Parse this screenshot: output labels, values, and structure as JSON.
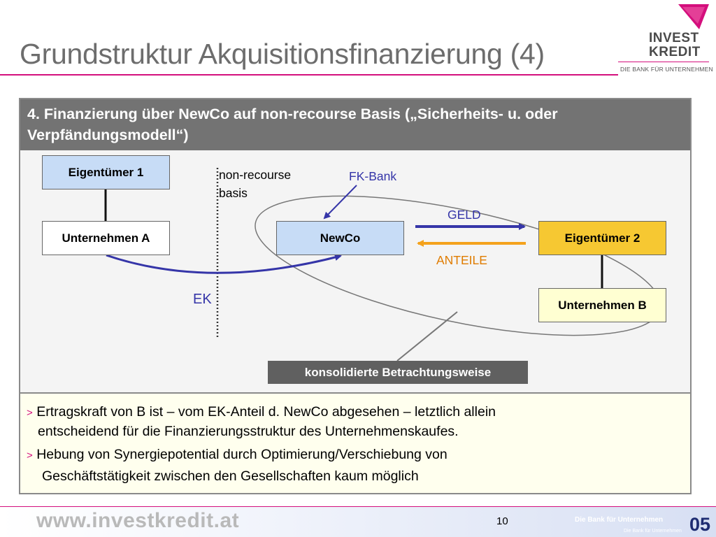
{
  "slide": {
    "title": "Grundstruktur Akquisitionsfinanzierung (4)",
    "header": "4. Finanzierung über NewCo auf non-recourse Basis („Sicherheits- u. oder Verpfändungsmodell“)"
  },
  "logo": {
    "line1": "INVEST",
    "line2": "KREDIT",
    "tagline": "DIE BANK FÜR UNTERNEHMEN"
  },
  "diagram": {
    "eigentuemer1": "Eigentümer 1",
    "unternehmen_a": "Unternehmen A",
    "newco": "NewCo",
    "eigentuemer2": "Eigentümer 2",
    "unternehmen_b": "Unternehmen B",
    "non_recourse_line1": "non-recourse",
    "non_recourse_line2": "basis",
    "fk_bank": "FK-Bank",
    "geld": "GELD",
    "anteile": "ANTEILE",
    "ek": "EK",
    "consolidated": "konsolidierte Betrachtungsweise"
  },
  "bullets": {
    "marker": ">",
    "b1_line1": "Ertragskraft von B ist – vom EK-Anteil d. NewCo abgesehen – letztlich allein",
    "b1_line2": "entscheidend für die Finanzierungsstruktur des Unternehmenskaufes.",
    "b2_line1": "Hebung von Synergiepotential durch Optimierung/Verschiebung von",
    "b2_line2": "Geschäftstätigkeit zwischen den Gesellschaften kaum möglich"
  },
  "footer": {
    "url": "www.investkredit.at",
    "page": "10",
    "tag1": "Die Bank für Unternehmen",
    "tag2": "Die Bank für Unternehmen",
    "num": "05"
  },
  "colors": {
    "accent": "#d40f7d",
    "header_bg": "#737373",
    "box_blue": "#c7dcf6",
    "box_gold": "#f6c832",
    "box_pale": "#ffffd2",
    "arrow_blue": "#3535a8",
    "arrow_orange": "#f4a21c"
  }
}
